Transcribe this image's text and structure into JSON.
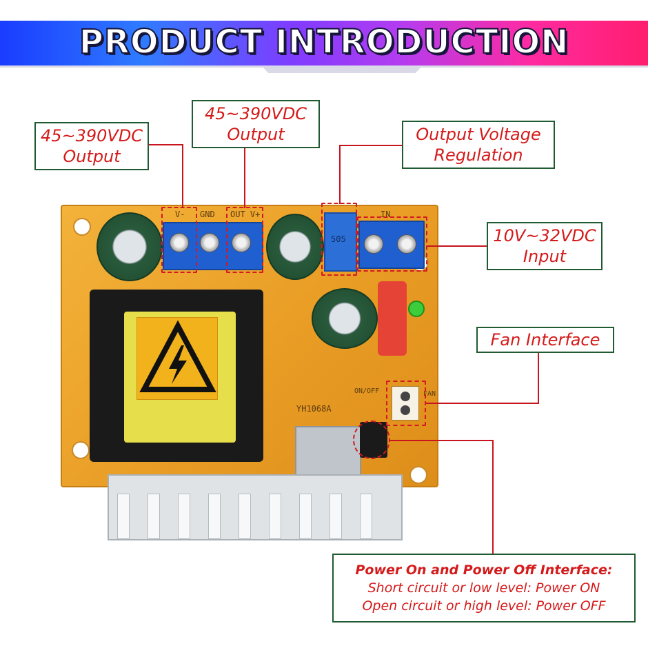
{
  "header": {
    "title": "PRODUCT INTRODUCTION"
  },
  "callouts": {
    "output_left": {
      "line1": "45~390VDC",
      "line2": "Output"
    },
    "output_mid": {
      "line1": "45~390VDC",
      "line2": "Output"
    },
    "regulation": {
      "line1": "Output Voltage",
      "line2": "Regulation"
    },
    "input": {
      "line1": "10V~32VDC",
      "line2": "Input"
    },
    "fan": {
      "line1": "Fan Interface"
    },
    "power": {
      "title": "Power On and Power Off Interface:",
      "line1": "Short circuit or low level: Power ON",
      "line2": "Open circuit or high level: Power OFF"
    }
  },
  "board_markings": {
    "v_minus": "V-",
    "gnd": "GND",
    "out_v_plus": "OUT V+",
    "in": "IN",
    "pot_code": "505",
    "model": "YH1068A",
    "on_off": "ON/OFF",
    "fan_label": "FAN"
  },
  "colors": {
    "callout_text": "#d41a1a",
    "callout_border": "#1f5a32",
    "leader_line": "#c8141e",
    "pcb": "#eba22a"
  },
  "icons": [
    "high-voltage-warning-icon"
  ]
}
